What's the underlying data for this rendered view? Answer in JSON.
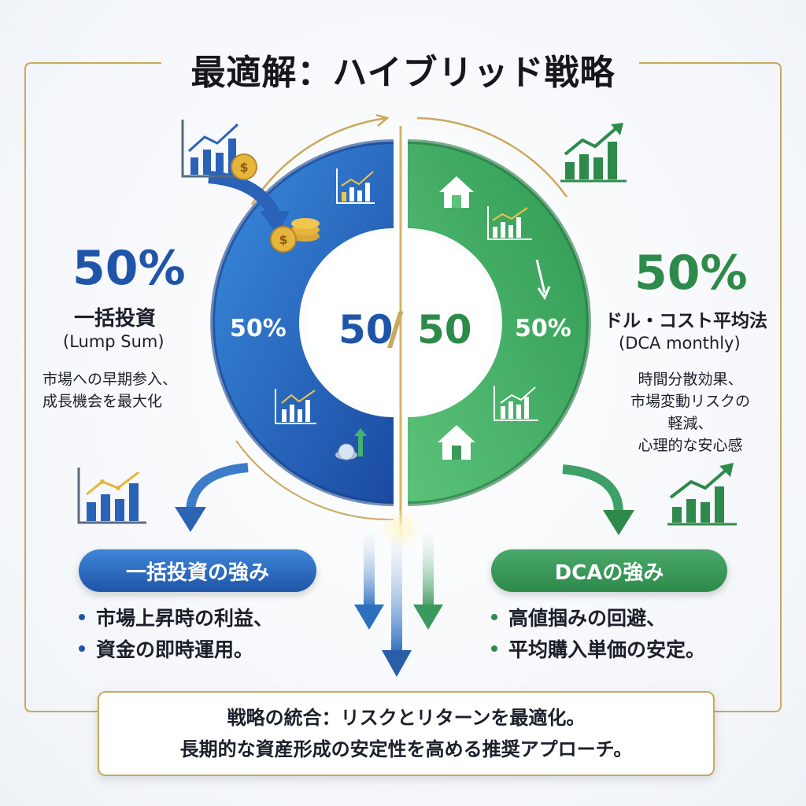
{
  "title": "最適解：ハイブリッド戦略",
  "center": {
    "left": "50",
    "slash": "/",
    "right": "50"
  },
  "ring": {
    "left_pct": "50%",
    "right_pct": "50%"
  },
  "left": {
    "pct": "50%",
    "title": "一括投資",
    "subtitle": "(Lump Sum)",
    "desc": [
      "市場への早期参入、",
      "成長機会を最大化"
    ],
    "pill": "一括投資の強み",
    "bullets": [
      "市場上昇時の利益、",
      "資金の即時運用。"
    ],
    "color": "#1f55a8"
  },
  "right": {
    "pct": "50%",
    "title": "ドル・コスト平均法",
    "subtitle": "(DCA monthly)",
    "desc": [
      "時間分散効果、",
      "市場変動リスクの",
      "軽減、",
      "心理的な安心感"
    ],
    "pill": "DCAの強み",
    "bullets": [
      "高値掴みの回避、",
      "平均購入単価の安定。"
    ],
    "color": "#2e8a4a"
  },
  "bottom": {
    "line1": "戦略の統合：リスクとリターンを最適化。",
    "line2": "長期的な資産形成の安定性を高める推奨アプローチ。"
  },
  "icons": [
    "bar-chart-icon",
    "coin-icon",
    "house-icon",
    "growth-arrow-icon"
  ],
  "accent_gold": "#c9a95c"
}
